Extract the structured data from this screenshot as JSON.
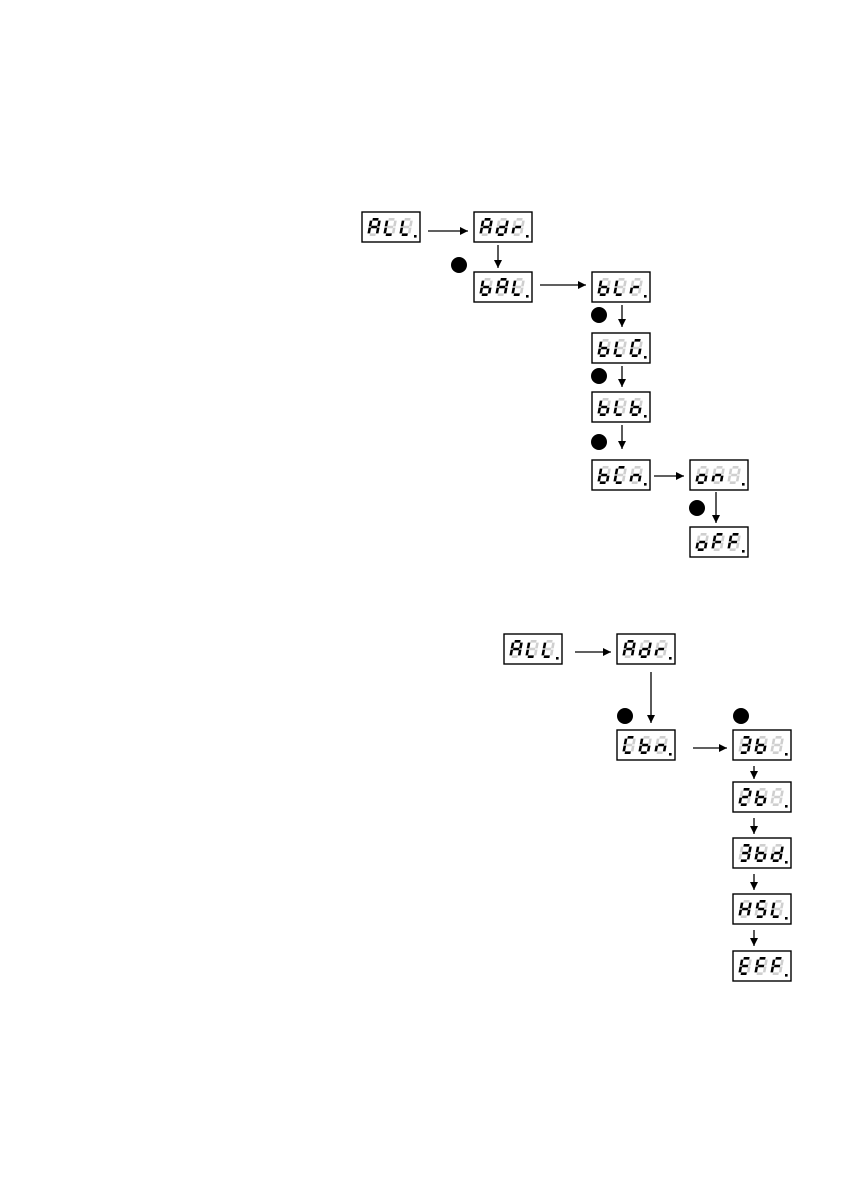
{
  "colors": {
    "segment_on": "#000000",
    "segment_off": "#cfcfcf",
    "frame": "#000000",
    "background": "#ffffff"
  },
  "display_style": "3-digit 7-segment LED with trailing decimal point",
  "button_marker": "filled-circle",
  "diagram_top": {
    "displays": [
      {
        "id": "all",
        "text": "ALL"
      },
      {
        "id": "adr",
        "text": "Adr"
      },
      {
        "id": "bal",
        "text": "bAL"
      },
      {
        "id": "blr",
        "text": "bLr"
      },
      {
        "id": "blg",
        "text": "bLG"
      },
      {
        "id": "blb",
        "text": "bLb"
      },
      {
        "id": "bcn",
        "text": "bCn"
      },
      {
        "id": "on",
        "text": "on"
      },
      {
        "id": "off",
        "text": "oFF"
      }
    ],
    "connections": [
      [
        "all",
        "adr"
      ],
      [
        "adr",
        "bal"
      ],
      [
        "bal",
        "blr"
      ],
      [
        "blr",
        "blg"
      ],
      [
        "blg",
        "blb"
      ],
      [
        "blb",
        "bcn"
      ],
      [
        "bcn",
        "on"
      ],
      [
        "on",
        "off"
      ]
    ]
  },
  "diagram_bottom": {
    "displays": [
      {
        "id": "all",
        "text": "ALL"
      },
      {
        "id": "adr",
        "text": "Adr"
      },
      {
        "id": "cbn",
        "text": "Cbn"
      },
      {
        "id": "3b",
        "text": "3b"
      },
      {
        "id": "2b",
        "text": "2b"
      },
      {
        "id": "3bd",
        "text": "3bd"
      },
      {
        "id": "hsl",
        "text": "HSL"
      },
      {
        "id": "eff",
        "text": "EFF"
      }
    ],
    "connections": [
      [
        "all",
        "adr"
      ],
      [
        "adr",
        "cbn"
      ],
      [
        "cbn",
        "3b"
      ],
      [
        "3b",
        "2b"
      ],
      [
        "2b",
        "3bd"
      ],
      [
        "3bd",
        "hsl"
      ],
      [
        "hsl",
        "eff"
      ]
    ]
  }
}
